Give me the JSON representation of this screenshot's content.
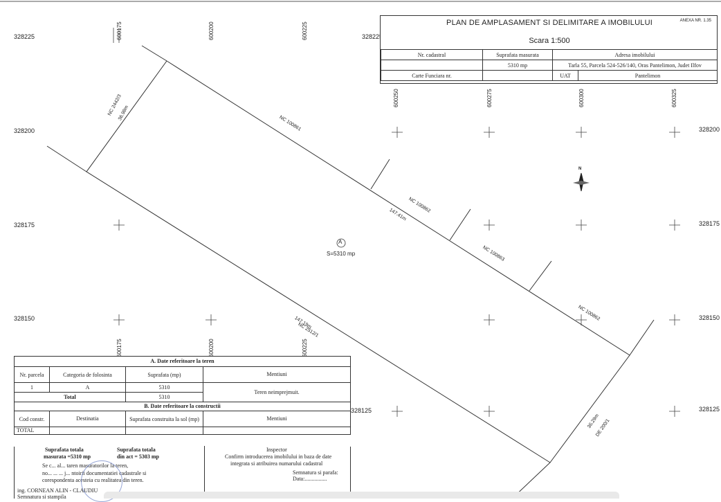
{
  "header": {
    "title": "PLAN DE AMPLASAMENT SI DELIMITARE A IMOBILULUI",
    "annex": "ANEXA NR. 1.35",
    "scale": "Scara 1:500",
    "col_cadastral": "Nr. cadastral",
    "col_area": "Suprafata masurata",
    "col_address": "Adresa imobilului",
    "area_value": "5310 mp",
    "address_value": "Tarla 55, Parcela 524-526/140, Oras Pantelimon, Judet Ilfov",
    "carte_funciara": "Carte Funciara nr.",
    "uat_label": "UAT",
    "uat_value": "Pantelimon"
  },
  "grid": {
    "y_labels": [
      "328225",
      "328200",
      "328175",
      "328150",
      "328125"
    ],
    "x_labels_top": [
      "600175",
      "600200",
      "600225"
    ],
    "x_labels_right": [
      "600250",
      "600275",
      "600300",
      "600325"
    ],
    "x_labels_bottom": [
      "600175",
      "600200",
      "600225"
    ]
  },
  "parcel": {
    "id": "A",
    "area": "S=5310 mp",
    "neighbors": [
      "NC 2442/3",
      "NC 100861",
      "NC 100862",
      "NC 100863",
      "NC 100862",
      "NC 2512/1",
      "DE 200/1"
    ],
    "lengths": [
      "36.98m",
      "147.41m",
      "147.19m",
      "36.29m"
    ],
    "north": "N"
  },
  "land_table": {
    "section_a": "A. Date referitoare la teren",
    "headers": [
      "Nr. parcela",
      "Categoria de folosinta",
      "Suprafata (mp)",
      "Mentiuni"
    ],
    "row": [
      "1",
      "A",
      "5310"
    ],
    "total_label": "Total",
    "total_value": "5310",
    "mention": "Teren neimprejmuit.",
    "section_b": "B. Date referitoare la constructii",
    "headers_b": [
      "Cod constr.",
      "Destinatia",
      "Suprafata construita la sol (mp)",
      "Mentiuni"
    ],
    "total_b": "TOTAL"
  },
  "footer": {
    "measured_label": "Suprafata totala",
    "measured_value": "masurata =5310 mp",
    "act_label": "Suprafata totala",
    "act_value": "din act = 5303 mp",
    "certify_1": "Se c... al... taren masuratorilor la teren,",
    "certify_2": "no... ... ... j... ntoirii documentatiei cadastrale si",
    "certify_3": "corespondenta acesteia cu realitatea din teren.",
    "engineer": "ing. CORNEAN ALIN - CLAUDIU",
    "engineer_sign": "Semnatura si stampila",
    "inspector": "Inspector",
    "inspector_text_1": "Confirm introducerea imobilului in baza de date",
    "inspector_text_2": "integrata si atribuirea numarului cadastral",
    "sign": "Semnatura si parafa:",
    "date": "Data:................"
  }
}
